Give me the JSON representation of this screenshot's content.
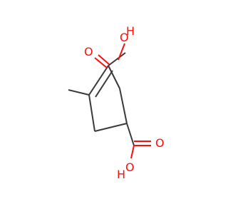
{
  "molecule": {
    "atoms": {
      "upper_oxo_O": "O",
      "upper_hydroxyl_O": "O",
      "upper_hydroxyl_H": "H",
      "lower_oxo_O": "O",
      "lower_hydroxyl_O": "O",
      "lower_hydroxyl_H": "H"
    }
  },
  "colors": {
    "bond": "#3a3a3a",
    "oxygen": "#ff0d0d"
  }
}
